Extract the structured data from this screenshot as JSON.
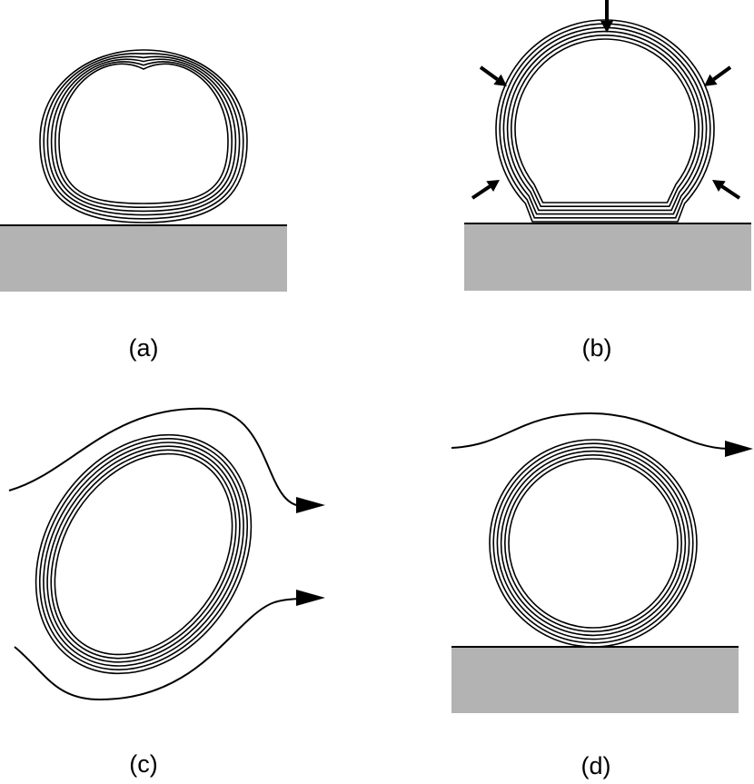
{
  "figure": {
    "colors": {
      "line": "#000000",
      "substrate": "#b3b3b3",
      "background": "#ffffff"
    },
    "panels": [
      {
        "id": "a",
        "label": "(a)"
      },
      {
        "id": "b",
        "label": "(b)"
      },
      {
        "id": "c",
        "label": "(c)"
      },
      {
        "id": "d",
        "label": "(d)"
      }
    ]
  }
}
